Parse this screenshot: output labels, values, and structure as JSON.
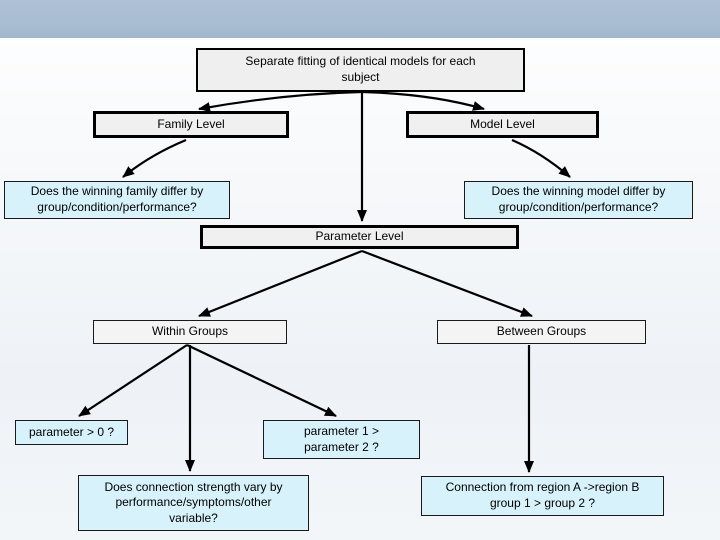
{
  "colors": {
    "header_bar": "#a9bdd2",
    "box_gray": "#efefef",
    "box_blue": "#d7f2fa",
    "border": "#000000",
    "arrow": "#000000"
  },
  "nodes": {
    "top_box": {
      "label": "Separate fitting of identical models for each\nsubject"
    },
    "family_level": {
      "label": "Family Level"
    },
    "model_level": {
      "label": "Model Level"
    },
    "family_question": {
      "label": "Does the winning family differ by\ngroup/condition/performance?"
    },
    "model_question": {
      "label": "Does the winning model differ by\ngroup/condition/performance?"
    },
    "parameter_level": {
      "label": "Parameter Level"
    },
    "within_groups": {
      "label": "Within Groups"
    },
    "between_groups": {
      "label": "Between Groups"
    },
    "param_gt_zero": {
      "label": "parameter > 0 ?"
    },
    "param1_gt_param2": {
      "label": "parameter 1 >\nparameter 2 ?"
    },
    "connection_strength": {
      "label": "Does connection strength vary by\nperformance/symptoms/other\nvariable?"
    },
    "connection_region": {
      "label": "Connection from region A ->region B\ngroup 1 > group 2 ?"
    }
  }
}
